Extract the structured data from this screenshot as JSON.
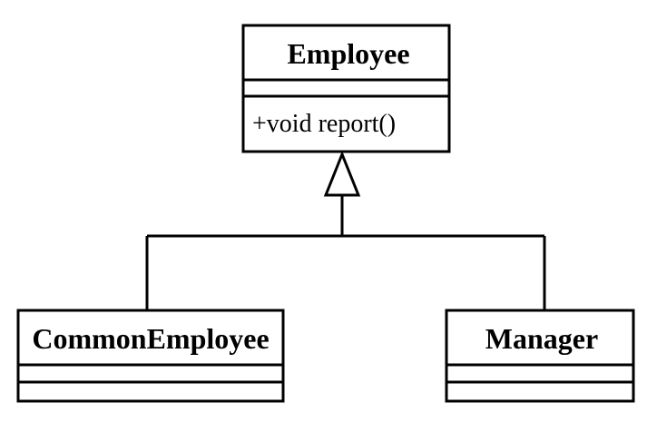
{
  "diagram": {
    "classes": {
      "employee": {
        "name": "Employee",
        "operations": [
          "+void  report()"
        ]
      },
      "common_employee": {
        "name": "CommonEmployee"
      },
      "manager": {
        "name": "Manager"
      }
    },
    "colors": {
      "stroke": "#000000",
      "fill": "#ffffff"
    }
  }
}
